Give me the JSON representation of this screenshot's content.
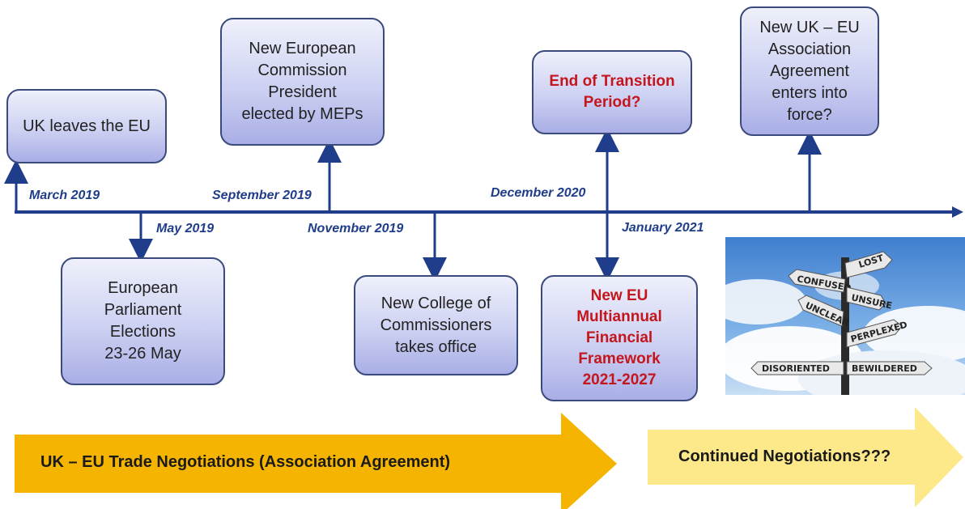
{
  "events": {
    "uk_leaves": [
      "UK leaves the EU"
    ],
    "commission_president": [
      "New European",
      "Commission",
      "President",
      "elected by MEPs"
    ],
    "end_transition": [
      "End of Transition",
      "Period?"
    ],
    "association_agreement": [
      "New UK – EU",
      "Association",
      "Agreement",
      "enters into",
      "force?"
    ],
    "ep_elections": [
      "European",
      "Parliament",
      "Elections",
      "23-26 May"
    ],
    "college_commissioners": [
      "New College of",
      "Commissioners",
      "takes office"
    ],
    "mff": [
      "New EU",
      "Multiannual",
      "Financial",
      "Framework",
      "2021-2027"
    ]
  },
  "dates": {
    "march_2019": "March 2019",
    "may_2019": "May 2019",
    "september_2019": "September 2019",
    "november_2019": "November 2019",
    "december_2020": "December 2020",
    "january_2021": "January 2021"
  },
  "bottom_arrows": {
    "trade_negotiations": "UK – EU Trade Negotiations (Association Agreement)",
    "continued": "Continued Negotiations???"
  },
  "signpost": {
    "signs": [
      "LOST",
      "CONFUSED",
      "UNSURE",
      "UNCLEAR",
      "PERPLEXED",
      "DISORIENTED",
      "BEWILDERED"
    ]
  },
  "colors": {
    "timeline": "#1f3d8a",
    "box_border": "#3b4a7c",
    "highlight_text": "#c4161c",
    "arrow_gold": "#f5b400",
    "arrow_pale": "#fde98a"
  }
}
